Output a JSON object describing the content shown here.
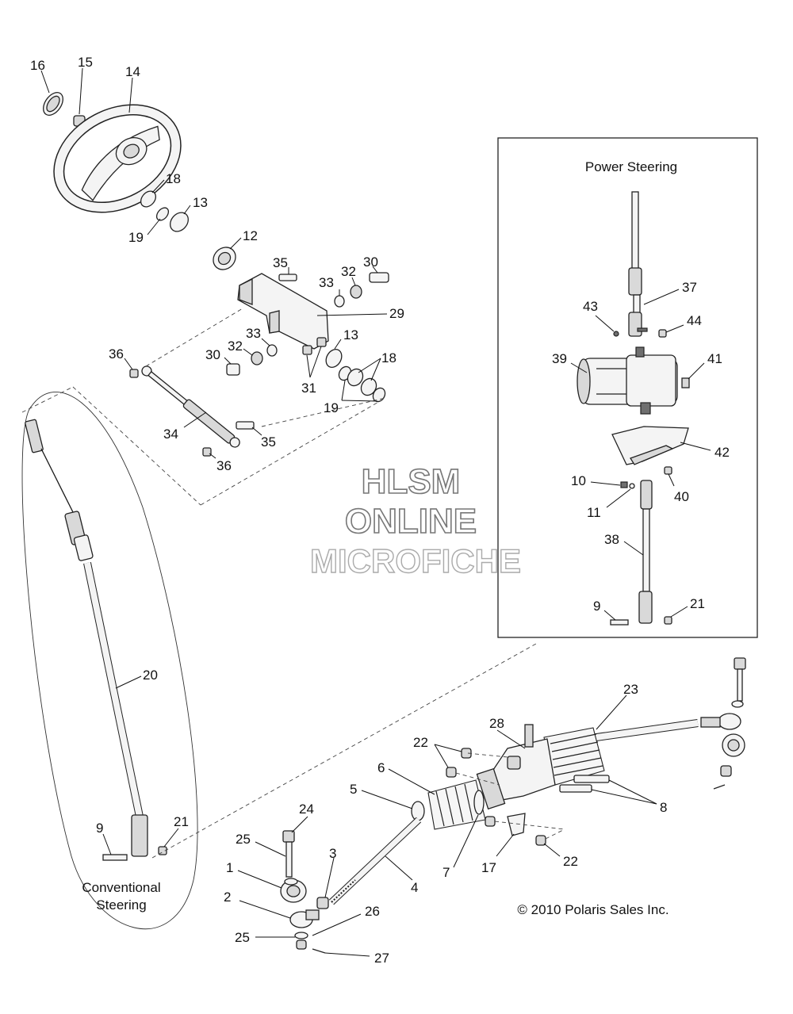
{
  "inset_title": "Power Steering",
  "conventional_label": [
    "Conventional",
    "Steering"
  ],
  "copyright": "© 2010 Polaris Sales Inc.",
  "watermark": [
    "HLSM",
    "ONLINE",
    "MICROFICHE"
  ],
  "callouts": {
    "c16": "16",
    "c15": "15",
    "c14": "14",
    "c18a": "18",
    "c13a": "13",
    "c19a": "19",
    "c12": "12",
    "c35a": "35",
    "c32a": "32",
    "c30a": "30",
    "c33a": "33",
    "c29": "29",
    "c36a": "36",
    "c30b": "30",
    "c32b": "32",
    "c33b": "33",
    "c13b": "13",
    "c18b": "18",
    "c31": "31",
    "c19b": "19",
    "c34": "34",
    "c35b": "35",
    "c36b": "36",
    "c37": "37",
    "c43": "43",
    "c44": "44",
    "c39": "39",
    "c41": "41",
    "c42": "42",
    "c10a": "10",
    "c40": "40",
    "c11": "11",
    "c38": "38",
    "c9a": "9",
    "c21a": "21",
    "c20": "20",
    "c23": "23",
    "c28": "28",
    "c22a": "22",
    "c6": "6",
    "c5": "5",
    "c8": "8",
    "c24": "24",
    "c9b": "9",
    "c21b": "21",
    "c25a": "25",
    "c1": "1",
    "c3": "3",
    "c4": "4",
    "c7": "7",
    "c17": "17",
    "c22b": "22",
    "c2": "2",
    "c26": "26",
    "c25b": "25",
    "c27": "27"
  }
}
